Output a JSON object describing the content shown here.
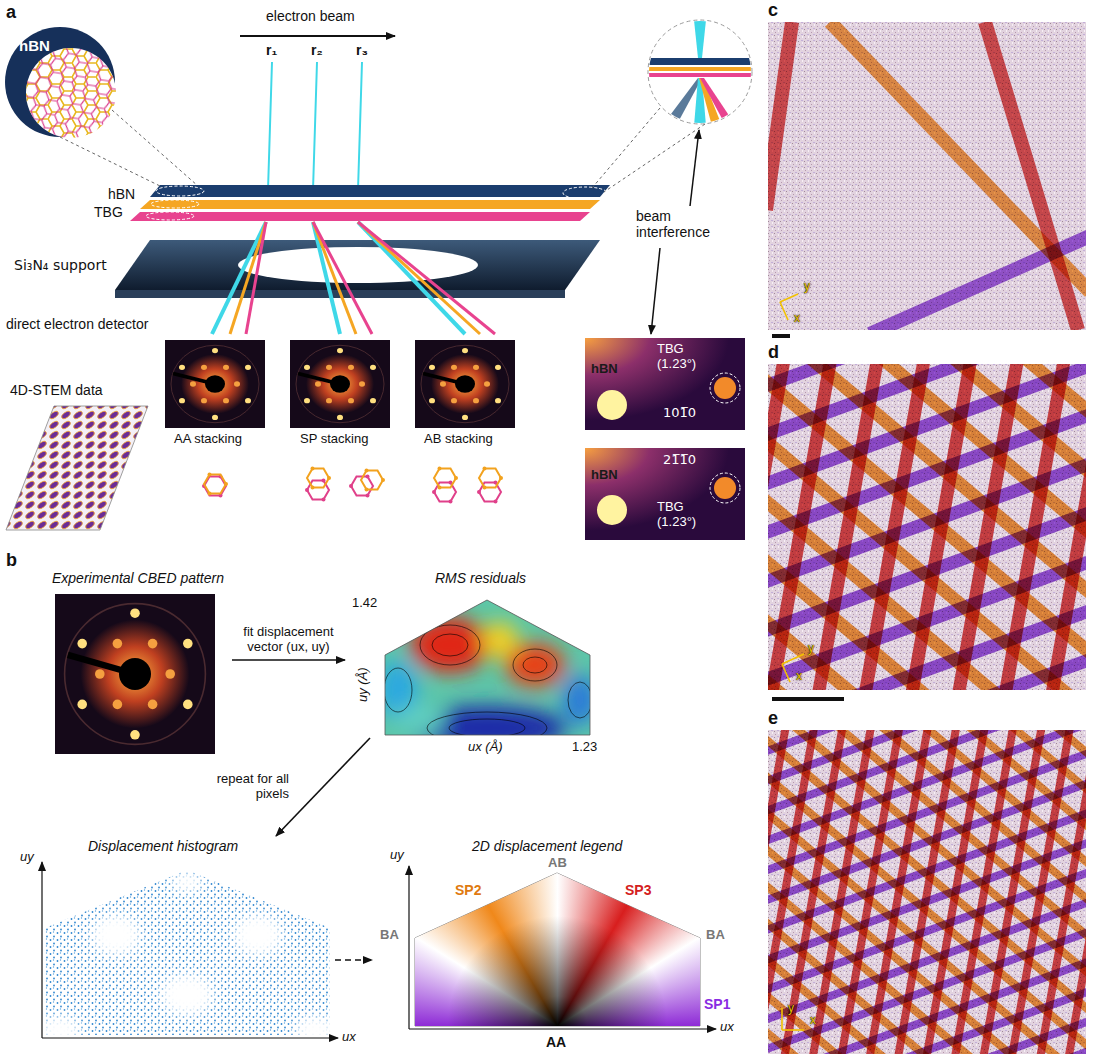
{
  "diagram": {
    "nodes": [
      {
        "text": [
          "hBN"
        ]
      },
      {
        "text": [
          "hBN",
          "TBG (1.23°)",
          "101̅0"
        ]
      },
      {
        "text": [
          "21̅1̅0",
          "hBN",
          "TBG (1.23°)"
        ]
      },
      {
        "text": [
          "Experimental CBED pattern"
        ]
      },
      {
        "text": [
          "RMS residuals"
        ]
      },
      {
        "text": [
          "Displacement histogram"
        ]
      },
      {
        "text": [
          "2D displacement legend",
          "AB",
          "SP2",
          "SP3",
          "BA",
          "BA",
          "SP1",
          "AA"
        ]
      },
      {
        "text": [
          "y",
          "x"
        ]
      },
      {
        "text": [
          "y",
          "x"
        ]
      },
      {
        "text": [
          "y",
          "x"
        ]
      }
    ],
    "edges": [
      {
        "from": 3,
        "to": 4,
        "arrow": "to",
        "label": "fit displacement vector (ux, uy)"
      },
      {
        "from": 4,
        "to": 5,
        "arrow": "to",
        "label": "repeat for all pixels"
      },
      {
        "from": 5,
        "to": 6,
        "arrow": "to"
      }
    ],
    "labels": [
      "a",
      "electron beam",
      "r₁",
      "r₂",
      "r₃",
      "hBN",
      "TBG",
      "Si₃N₄ support",
      "beam interference",
      "direct electron detector",
      "4D-STEM data",
      "AA stacking",
      "SP stacking",
      "AB stacking",
      "b",
      "1.42",
      "uy (Å)",
      "ux (Å)",
      "1.23",
      "uy",
      "ux",
      "uy",
      "ux",
      "c",
      "d",
      "e"
    ]
  }
}
